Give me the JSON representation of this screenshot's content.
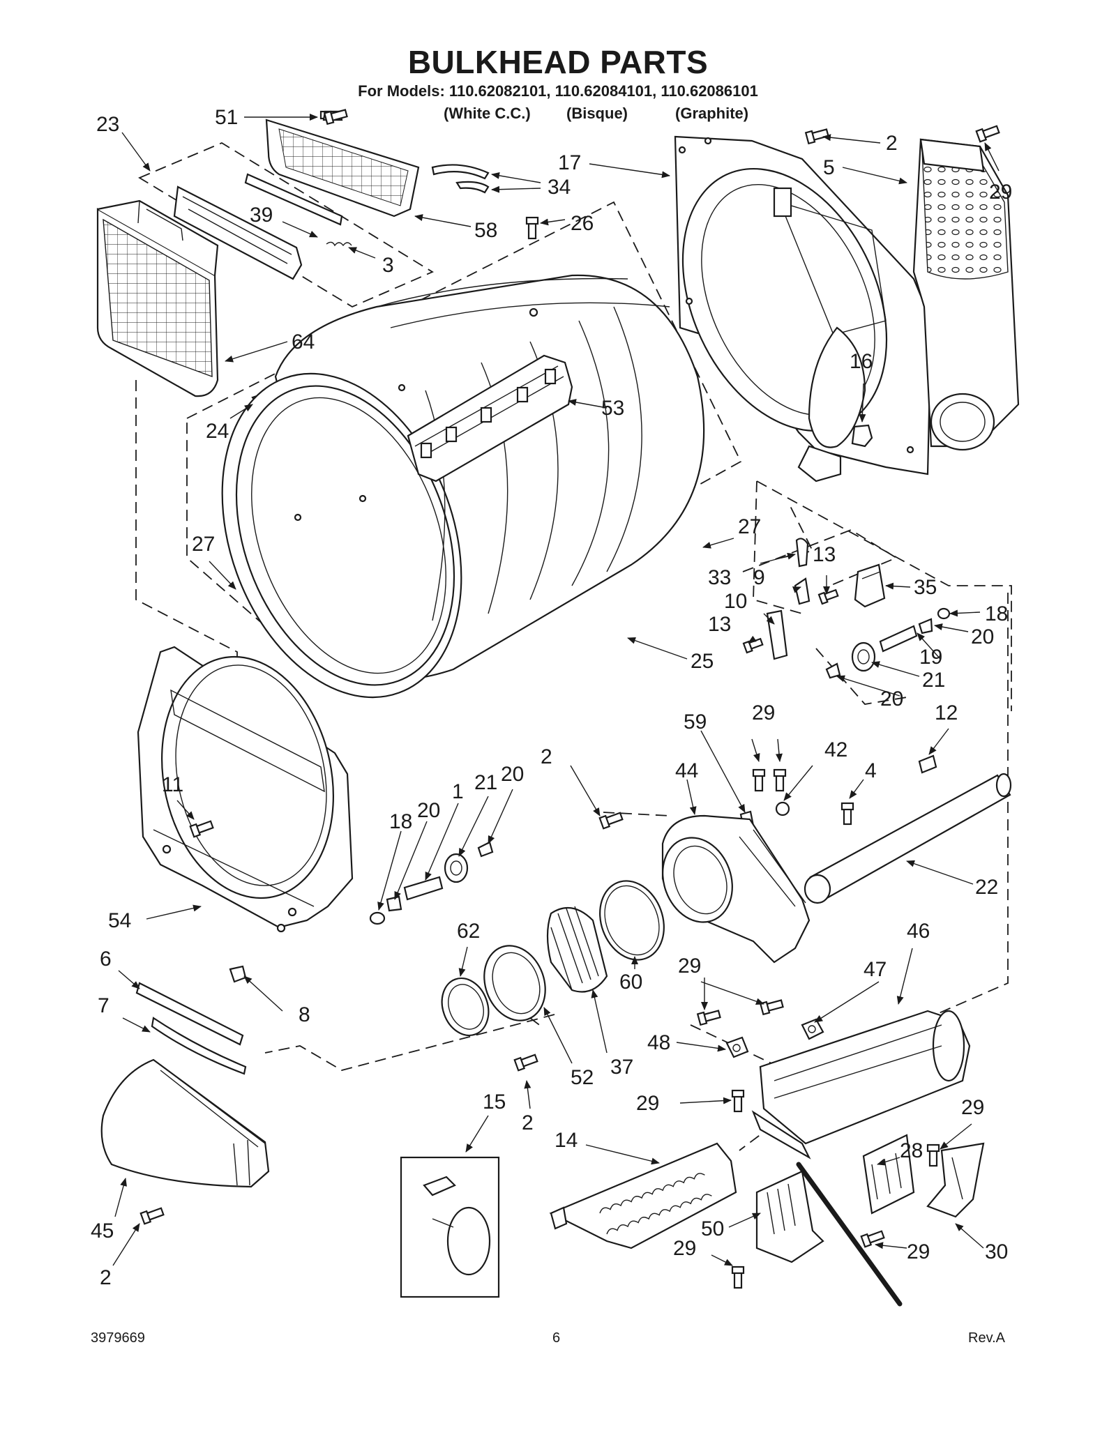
{
  "header": {
    "title": "BULKHEAD PARTS",
    "subtitle": "For Models: 110.62082101, 110.62084101, 110.62086101",
    "variants": [
      "(White C.C.)",
      "(Bisque)",
      "(Graphite)"
    ]
  },
  "footer": {
    "doc_number": "3979669",
    "page_number": "6",
    "revision": "Rev.A"
  },
  "callouts": [
    {
      "label": "23"
    },
    {
      "label": "51"
    },
    {
      "label": "34"
    },
    {
      "label": "17"
    },
    {
      "label": "2"
    },
    {
      "label": "5"
    },
    {
      "label": "29"
    },
    {
      "label": "39"
    },
    {
      "label": "3"
    },
    {
      "label": "58"
    },
    {
      "label": "26"
    },
    {
      "label": "64"
    },
    {
      "label": "24"
    },
    {
      "label": "53"
    },
    {
      "label": "16"
    },
    {
      "label": "27"
    },
    {
      "label": "27"
    },
    {
      "label": "33"
    },
    {
      "label": "13"
    },
    {
      "label": "9"
    },
    {
      "label": "35"
    },
    {
      "label": "10"
    },
    {
      "label": "18"
    },
    {
      "label": "20"
    },
    {
      "label": "13"
    },
    {
      "label": "19"
    },
    {
      "label": "25"
    },
    {
      "label": "21"
    },
    {
      "label": "20"
    },
    {
      "label": "29"
    },
    {
      "label": "12"
    },
    {
      "label": "59"
    },
    {
      "label": "42"
    },
    {
      "label": "2"
    },
    {
      "label": "44"
    },
    {
      "label": "4"
    },
    {
      "label": "11"
    },
    {
      "label": "18"
    },
    {
      "label": "20"
    },
    {
      "label": "1"
    },
    {
      "label": "21"
    },
    {
      "label": "20"
    },
    {
      "label": "22"
    },
    {
      "label": "54"
    },
    {
      "label": "62"
    },
    {
      "label": "46"
    },
    {
      "label": "6"
    },
    {
      "label": "29"
    },
    {
      "label": "47"
    },
    {
      "label": "7"
    },
    {
      "label": "8"
    },
    {
      "label": "60"
    },
    {
      "label": "48"
    },
    {
      "label": "37"
    },
    {
      "label": "52"
    },
    {
      "label": "29"
    },
    {
      "label": "29"
    },
    {
      "label": "15"
    },
    {
      "label": "2"
    },
    {
      "label": "14"
    },
    {
      "label": "28"
    },
    {
      "label": "45"
    },
    {
      "label": "50"
    },
    {
      "label": "29"
    },
    {
      "label": "30"
    },
    {
      "label": "29"
    },
    {
      "label": "2"
    }
  ]
}
